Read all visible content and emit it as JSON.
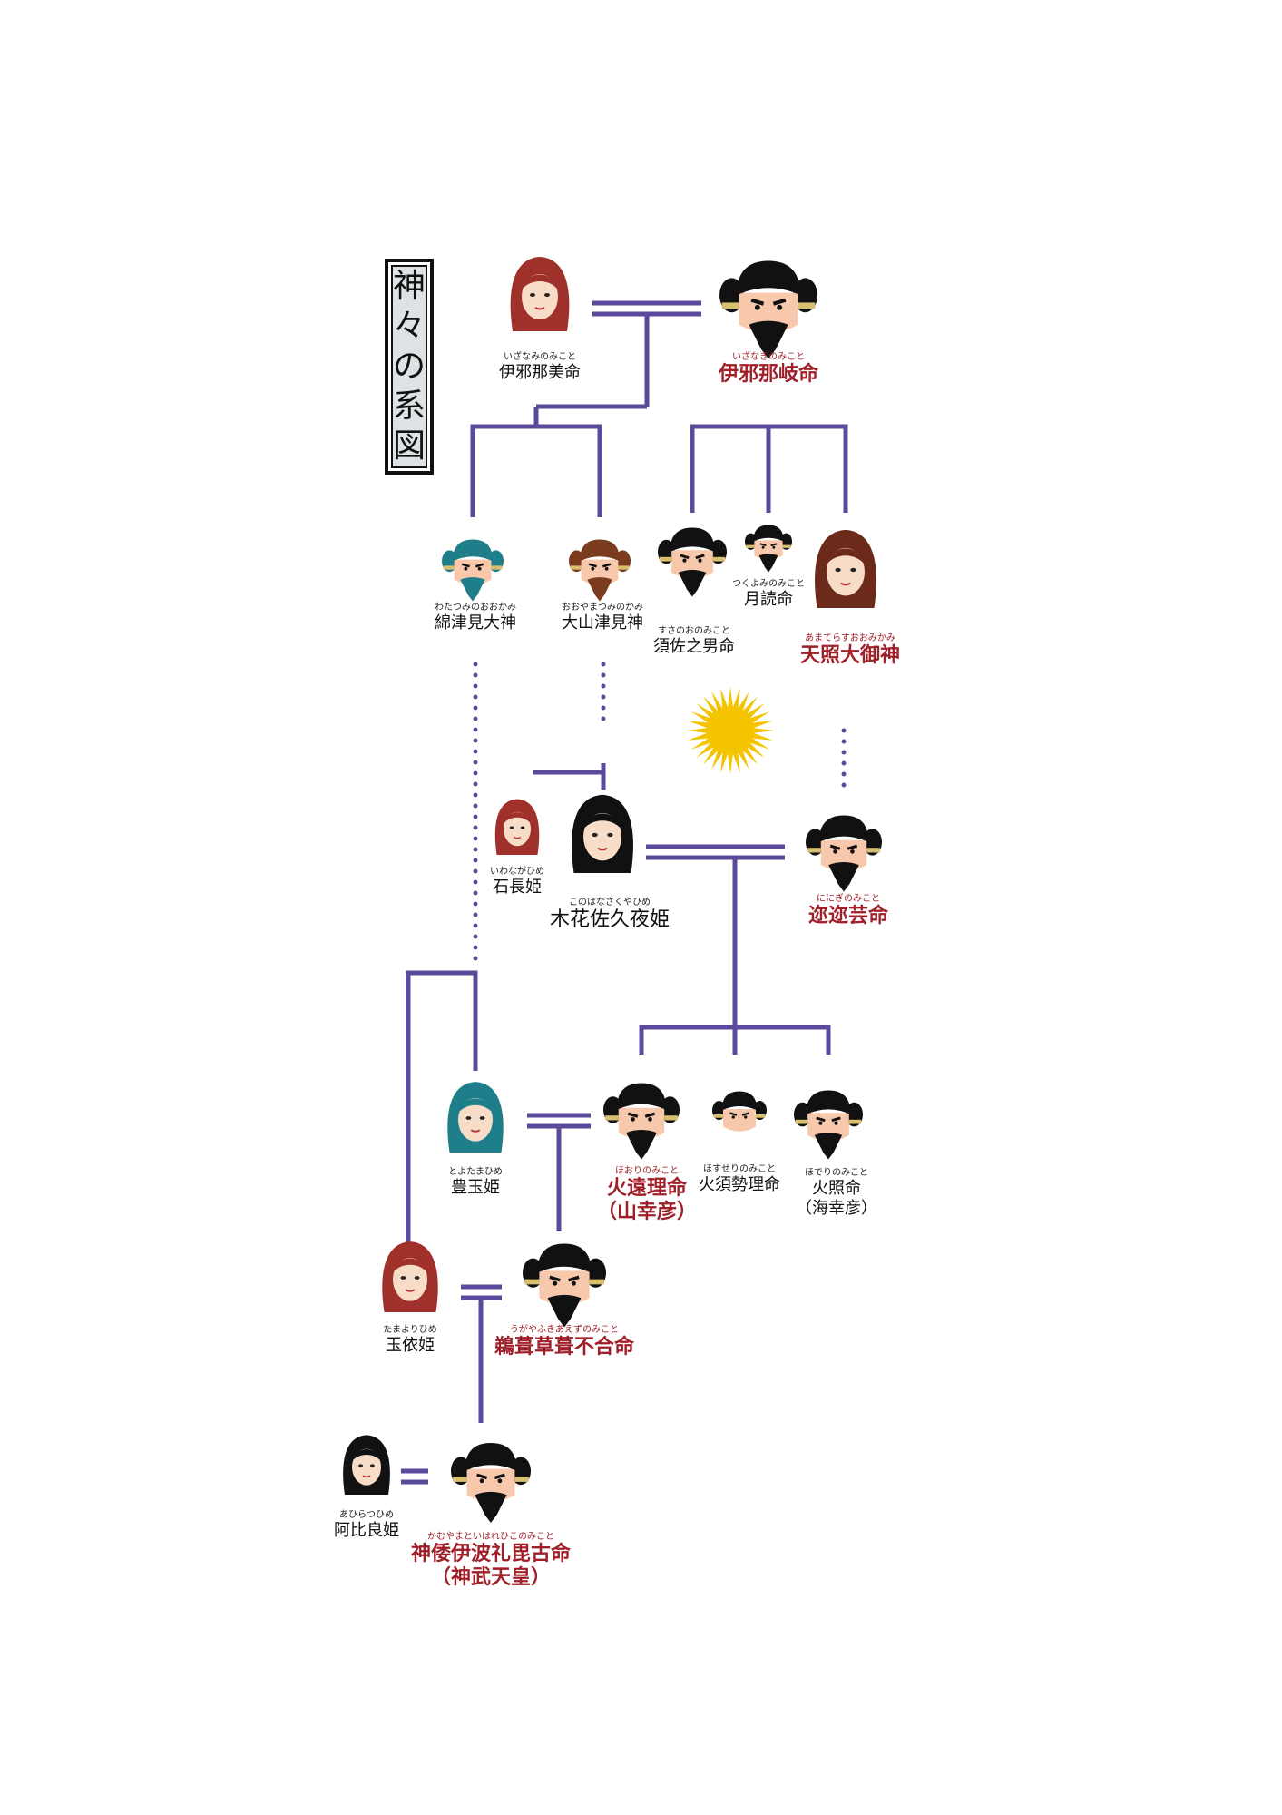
{
  "title": [
    "神",
    "々",
    "の",
    "系",
    "図"
  ],
  "colors": {
    "line": "#5b4a9b",
    "accent": "#a0202a",
    "moon": "#f5c400",
    "sun": "#f5c400"
  },
  "people": [
    {
      "id": "izanami",
      "ruby": "いざなみのみこと",
      "name": "伊邪那美命",
      "red": false,
      "big": false
    },
    {
      "id": "izanagi",
      "ruby": "いざなきのみこと",
      "name": "伊邪那岐命",
      "red": true,
      "big": true
    },
    {
      "id": "watatsumi",
      "ruby": "わたつみのおおかみ",
      "name": "綿津見大神",
      "red": false,
      "big": false
    },
    {
      "id": "ooyamatsumi",
      "ruby": "おおやまつみのかみ",
      "name": "大山津見神",
      "red": false,
      "big": false
    },
    {
      "id": "susanoo",
      "ruby": "すさのおのみこと",
      "name": "須佐之男命",
      "red": false,
      "big": false
    },
    {
      "id": "tsukuyomi",
      "ruby": "つくよみのみこと",
      "name": "月読命",
      "red": false,
      "big": false
    },
    {
      "id": "amaterasu",
      "ruby": "あまてらすおおみかみ",
      "name": "天照大御神",
      "red": true,
      "big": true
    },
    {
      "id": "iwanaga",
      "ruby": "いわながひめ",
      "name": "石長姫",
      "red": false,
      "big": false
    },
    {
      "id": "konohana",
      "ruby": "このはなさくやひめ",
      "name": "木花佐久夜姫",
      "red": false,
      "big": true
    },
    {
      "id": "ninigi",
      "ruby": "ににぎのみこと",
      "name": "迩迩芸命",
      "red": true,
      "big": true
    },
    {
      "id": "toyotama",
      "ruby": "とよたまひめ",
      "name": "豊玉姫",
      "red": false,
      "big": false
    },
    {
      "id": "hoori",
      "ruby": "ほおりのみこと",
      "name": "火遠理命",
      "name2": "（山幸彦）",
      "red": true,
      "big": true
    },
    {
      "id": "hosuseri",
      "ruby": "ほすせりのみこと",
      "name": "火須勢理命",
      "red": false,
      "big": false
    },
    {
      "id": "hoderi",
      "ruby": "ほでりのみこと",
      "name": "火照命",
      "name2": "（海幸彦）",
      "red": false,
      "big": false
    },
    {
      "id": "tamayori",
      "ruby": "たまよりひめ",
      "name": "玉依姫",
      "red": false,
      "big": false
    },
    {
      "id": "ugaya",
      "ruby": "うがやふきあえずのみこと",
      "name": "鵜葺草葺不合命",
      "red": true,
      "big": true
    },
    {
      "id": "ahiratsu",
      "ruby": "あひらつひめ",
      "name": "阿比良姫",
      "red": false,
      "big": false
    },
    {
      "id": "jimmu",
      "ruby": "かむやまといはれひこのみこと",
      "name": "神倭伊波礼毘古命",
      "name2": "（神武天皇）",
      "red": true,
      "big": true
    }
  ]
}
